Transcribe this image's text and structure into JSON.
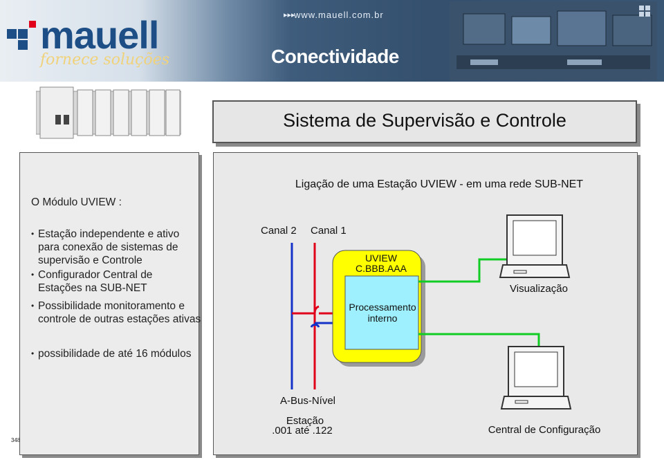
{
  "header": {
    "url": "www.mauell.com.br",
    "logo": "mauell",
    "tagline": "fornece soluções",
    "title": "Conectividade"
  },
  "subtitle": "Sistema de Supervisão e Controle",
  "left_panel": {
    "heading": "O Módulo UVIEW :",
    "bullets": [
      "Estação independente e ativo para conexão de sistemas de supervisão e Controle",
      "Configurador Central de Estações  na SUB-NET",
      "Possibilidade monitoramento e controle de outras estações ativas",
      "possibilidade de até 16 módulos"
    ]
  },
  "diagram": {
    "title": "Ligação de uma Estação UVIEW - em uma rede SUB-NET",
    "canal2": "Canal 2",
    "canal1": "Canal 1",
    "uview_label": "UVIEW",
    "uview_addr": "C.BBB.AAA",
    "processing": "Processamento interno",
    "visualizacao": "Visualização",
    "abus": "A-Bus-Nível",
    "estacao": "Estação",
    "estacao_range": ".001 até .122",
    "central": "Central de Configuração",
    "colors": {
      "red": "#e0001a",
      "blue": "#1432c8",
      "green": "#11cc22",
      "yellow": "#ffff00",
      "cyan": "#9ff0ff"
    }
  },
  "page_number": "348"
}
